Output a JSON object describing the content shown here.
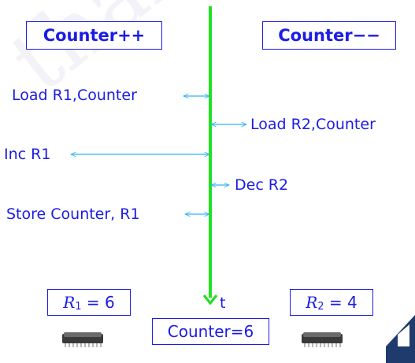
{
  "header": {
    "left_title": "Counter++",
    "right_title": "Counter−−"
  },
  "timeline": {
    "axis_label": "t",
    "color": "#22e022"
  },
  "operations": [
    {
      "label": "Load R1,Counter",
      "side": "left"
    },
    {
      "label": "Load R2,Counter",
      "side": "right"
    },
    {
      "label": "Inc R1",
      "side": "left"
    },
    {
      "label": "Dec R2",
      "side": "right"
    },
    {
      "label": "Store Counter, R1",
      "side": "left"
    }
  ],
  "registers": {
    "r1": {
      "name": "R",
      "sub": "1",
      "eq": " = 6"
    },
    "r2": {
      "name": "R",
      "sub": "2",
      "eq": " = 4"
    }
  },
  "counter_box": "Counter=6",
  "colors": {
    "text": "#1c1ce6",
    "arrow": "#33b5f0",
    "timeline": "#22e022"
  },
  "icons": [
    "cpu-chip-icon",
    "cpu-chip-icon",
    "logo-corner-icon"
  ]
}
